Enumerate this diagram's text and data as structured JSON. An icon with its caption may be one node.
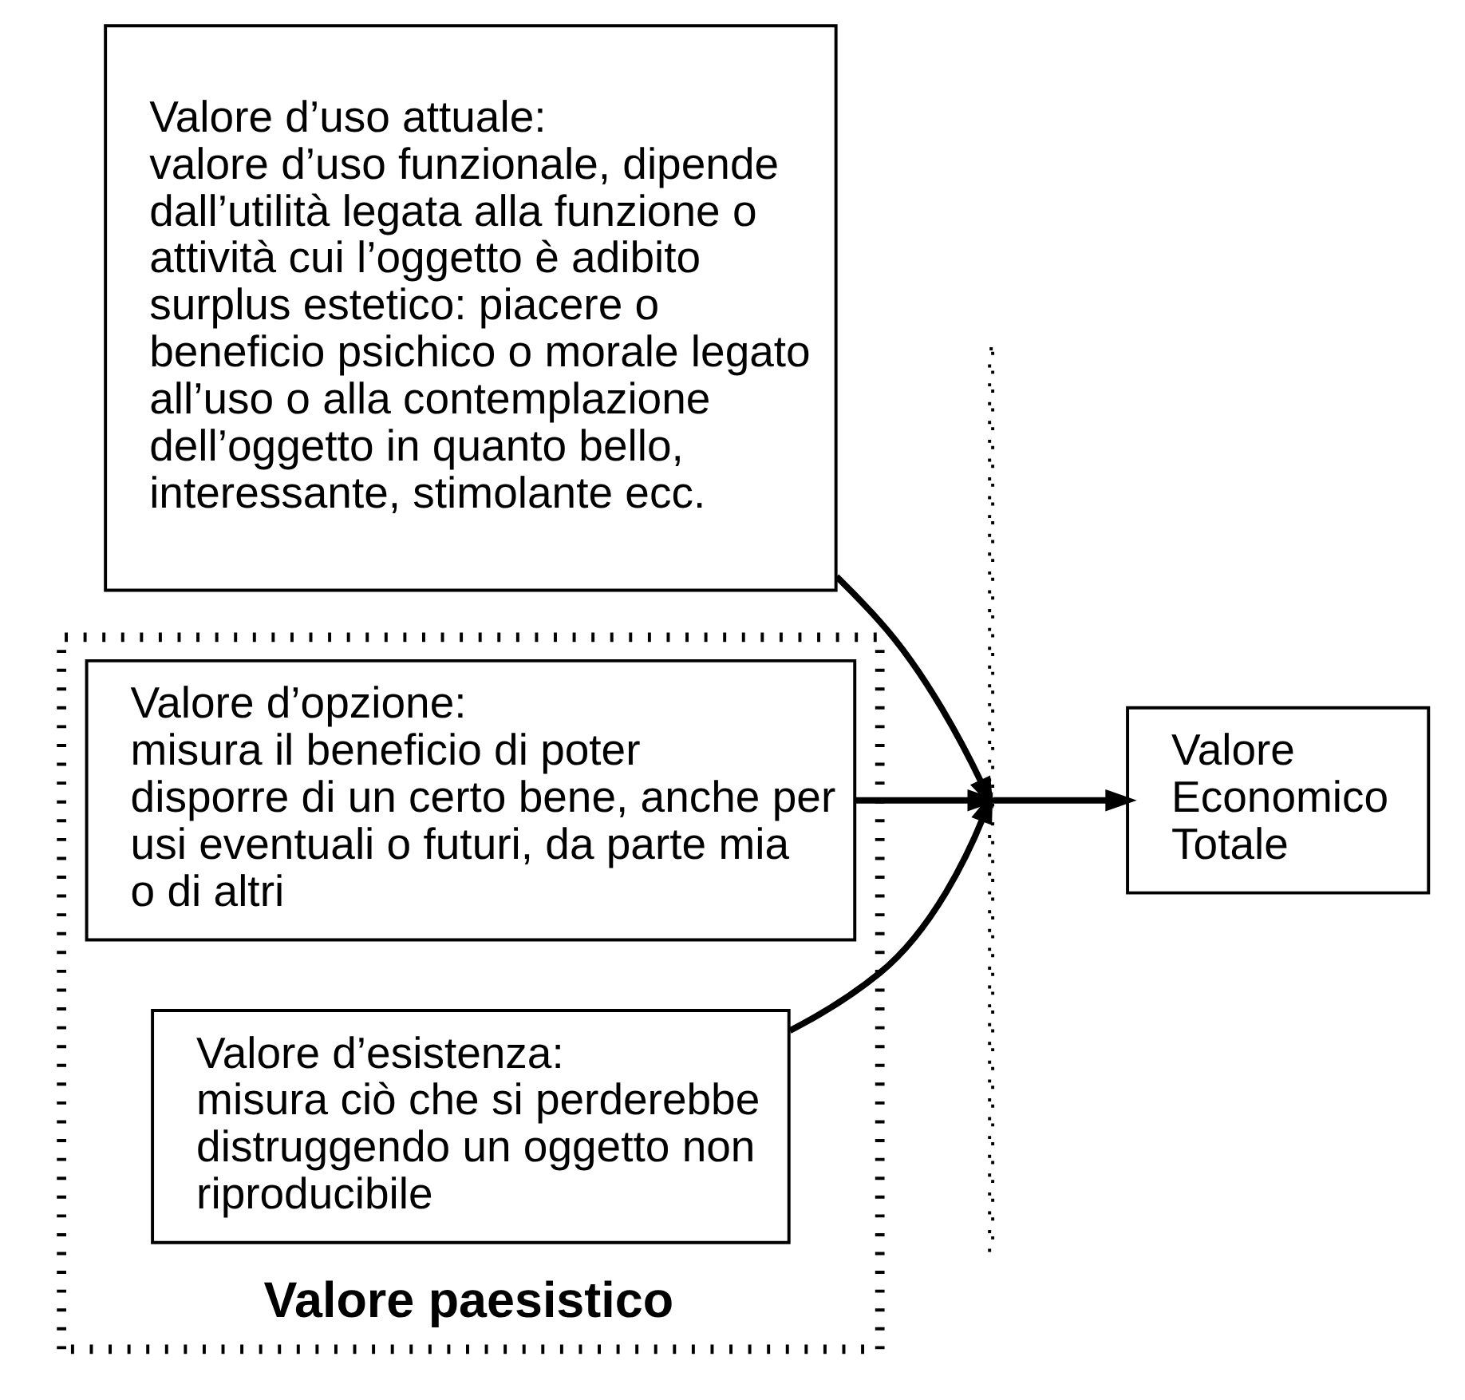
{
  "diagram": {
    "nodes": [
      {
        "text": [
          "Valore paesistico"
        ]
      },
      {
        "text": [
          "Valore d’uso attuale:",
          "valore d’uso funzionale, dipende dall’utilità legata alla funzione o attività cui l’oggetto è adibito",
          "surplus estetico: piacere o beneficio psichico o morale legato all’uso o alla contemplazione dell’oggetto in quanto bello, interessante, stimolante ecc."
        ]
      },
      {
        "text": [
          "Valore d’opzione:",
          "misura il beneficio di poter disporre di un certo bene, anche per usi eventuali o futuri, da parte mia o di altri"
        ],
        "in": 0
      },
      {
        "text": [
          "Valore d’esistenza:",
          "misura ciò che si perderebbe distruggendo un oggetto non riproducibile"
        ],
        "in": 0
      },
      {
        "text": [],
        "shape": "bar"
      },
      {
        "text": [
          "Valore Economico Totale"
        ]
      }
    ],
    "edges": [
      {
        "from": 1,
        "to": 4,
        "arrow": "to"
      },
      {
        "from": 2,
        "to": 4,
        "arrow": "to"
      },
      {
        "from": 3,
        "to": 4,
        "arrow": "to"
      },
      {
        "from": 4,
        "to": 5,
        "arrow": "to"
      }
    ]
  }
}
